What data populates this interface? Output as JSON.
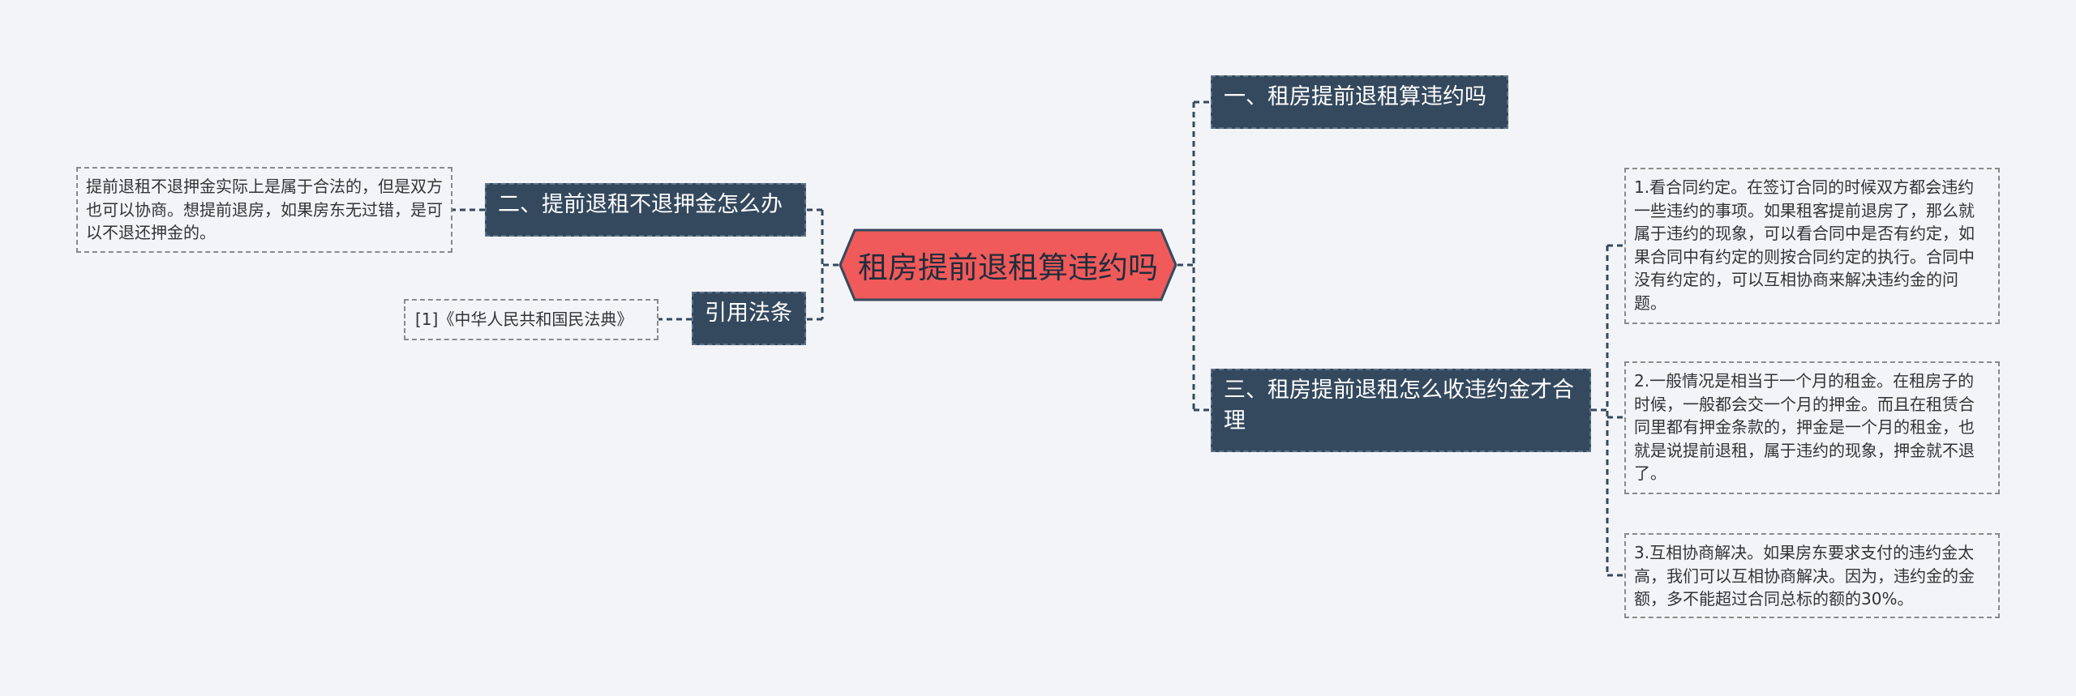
{
  "center": {
    "label": "租房提前退租算违约吗"
  },
  "right": {
    "topic1": {
      "label": "一、租房提前退租算违约吗"
    },
    "topic3": {
      "label": "三、租房提前退租怎么收违约金才合理",
      "notes": [
        "1.看合同约定。在签订合同的时候双方都会违约一些违约的事项。如果租客提前退房了，那么就属于违约的现象，可以看合同中是否有约定，如果合同中有约定的则按合同约定的执行。合同中没有约定的，可以互相协商来解决违约金的问题。",
        "2.一般情况是相当于一个月的租金。在租房子的时候，一般都会交一个月的押金。而且在租赁合同里都有押金条款的，押金是一个月的租金，也就是说提前退租，属于违约的现象，押金就不退了。",
        "3.互相协商解决。如果房东要求支付的违约金太高，我们可以互相协商解决。因为，违约金的金额，多不能超过合同总标的额的30%。"
      ]
    }
  },
  "left": {
    "topic2": {
      "label": "二、提前退租不退押金怎么办",
      "note": "提前退租不退押金实际上是属于合法的，但是双方也可以协商。想提前退房，如果房东无过错，是可以不退还押金的。"
    },
    "citation": {
      "label": "引用法条",
      "note": "[1]《中华人民共和国民法典》"
    }
  },
  "colors": {
    "center_fill": "#f05a5a",
    "center_stroke": "#34495e",
    "topic_fill": "#34495e",
    "topic_text": "#ffffff",
    "connector": "#34495e",
    "background": "#f3f4f8"
  }
}
